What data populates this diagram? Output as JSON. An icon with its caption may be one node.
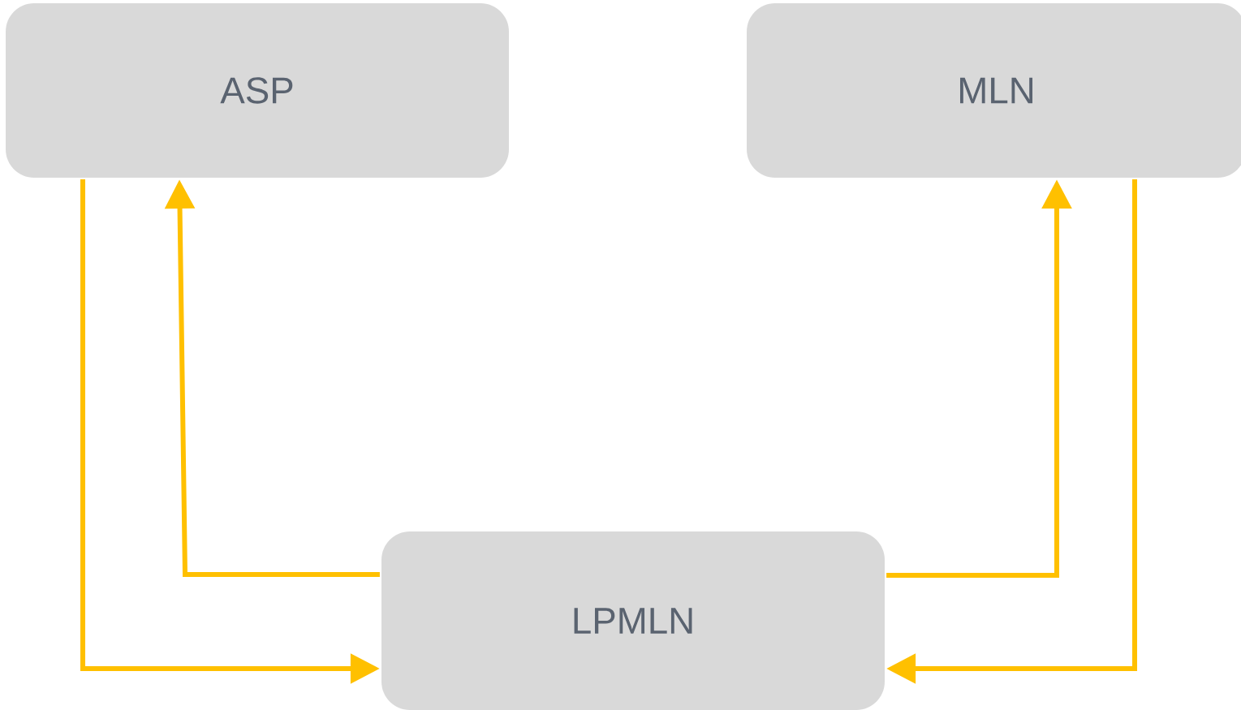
{
  "diagram": {
    "nodes": [
      {
        "text": [
          "ASP"
        ]
      },
      {
        "text": [
          "MLN"
        ]
      },
      {
        "text": [
          "LPMLN"
        ]
      }
    ],
    "edges": [
      {
        "from": 0,
        "to": 2,
        "arrow": "to"
      },
      {
        "from": 2,
        "to": 0,
        "arrow": "to"
      },
      {
        "from": 2,
        "to": 1,
        "arrow": "to"
      },
      {
        "from": 1,
        "to": 2,
        "arrow": "to"
      }
    ]
  }
}
